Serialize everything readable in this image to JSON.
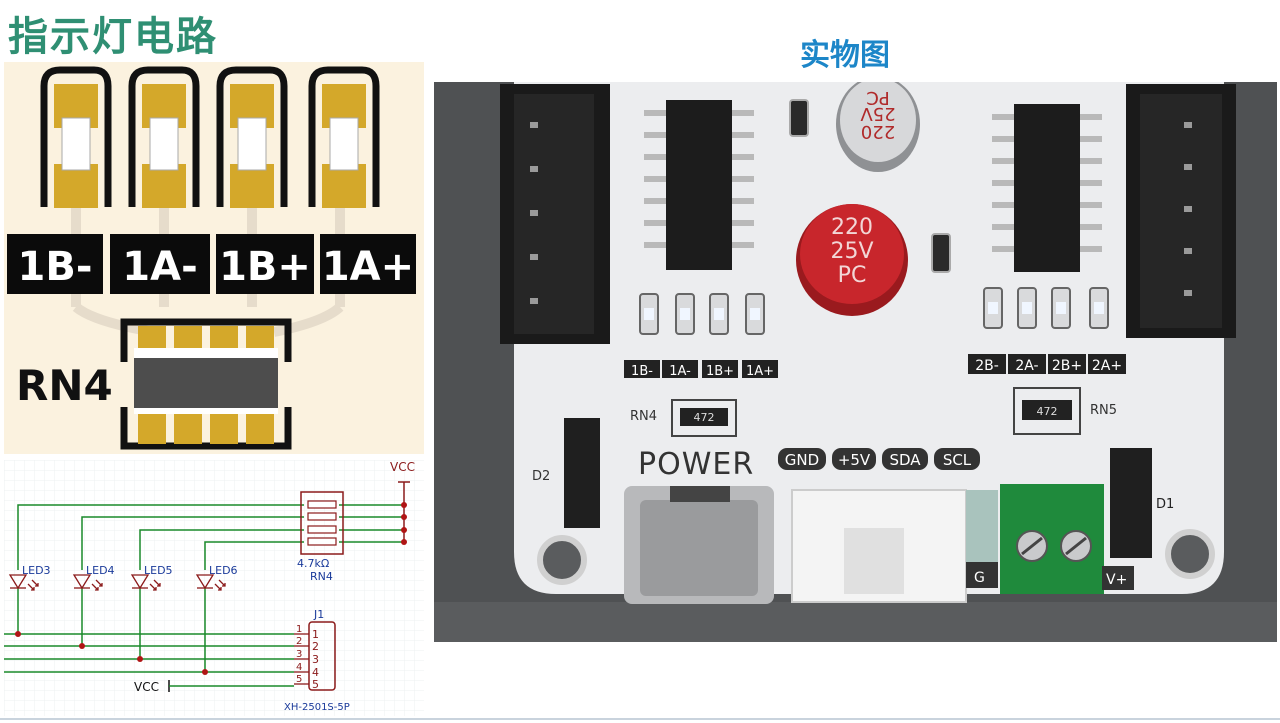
{
  "header": {
    "left_title": "指示灯电路",
    "right_title": "实物图"
  },
  "pcb": {
    "led_labels": [
      "1B-",
      "1A-",
      "1B+",
      "1A+"
    ],
    "resistor_label": "RN4"
  },
  "schematic": {
    "vcc_top": "VCC",
    "vcc_bottom": "VCC",
    "leds": [
      "LED3",
      "LED4",
      "LED5",
      "LED6"
    ],
    "rn_value": "4.7kΩ",
    "rn_name": "RN4",
    "connector_name": "J1",
    "connector_part": "XH-2501S-5P",
    "pins_outer": [
      "1",
      "2",
      "3",
      "4",
      "5"
    ],
    "pins_inner": [
      "1",
      "2",
      "3",
      "4",
      "5"
    ]
  },
  "photo": {
    "cap_top_text": [
      "220",
      "25V",
      "PC"
    ],
    "cap_bottom_text": [
      "220",
      "25V",
      "PC"
    ],
    "led_labels_left": [
      "1B-",
      "1A-",
      "1B+",
      "1A+"
    ],
    "led_labels_right": [
      "2B-",
      "2A-",
      "2B+",
      "2A+"
    ],
    "rn4_label": "RN4",
    "rn5_label": "RN5",
    "rn_code_left": "472",
    "rn_code_right": "472",
    "power_label": "POWER",
    "header_labels": [
      "GND",
      "+5V",
      "SDA",
      "SCL"
    ],
    "d2_label": "D2",
    "d1_label": "D1",
    "g_label": "G",
    "v_label": "V+"
  }
}
